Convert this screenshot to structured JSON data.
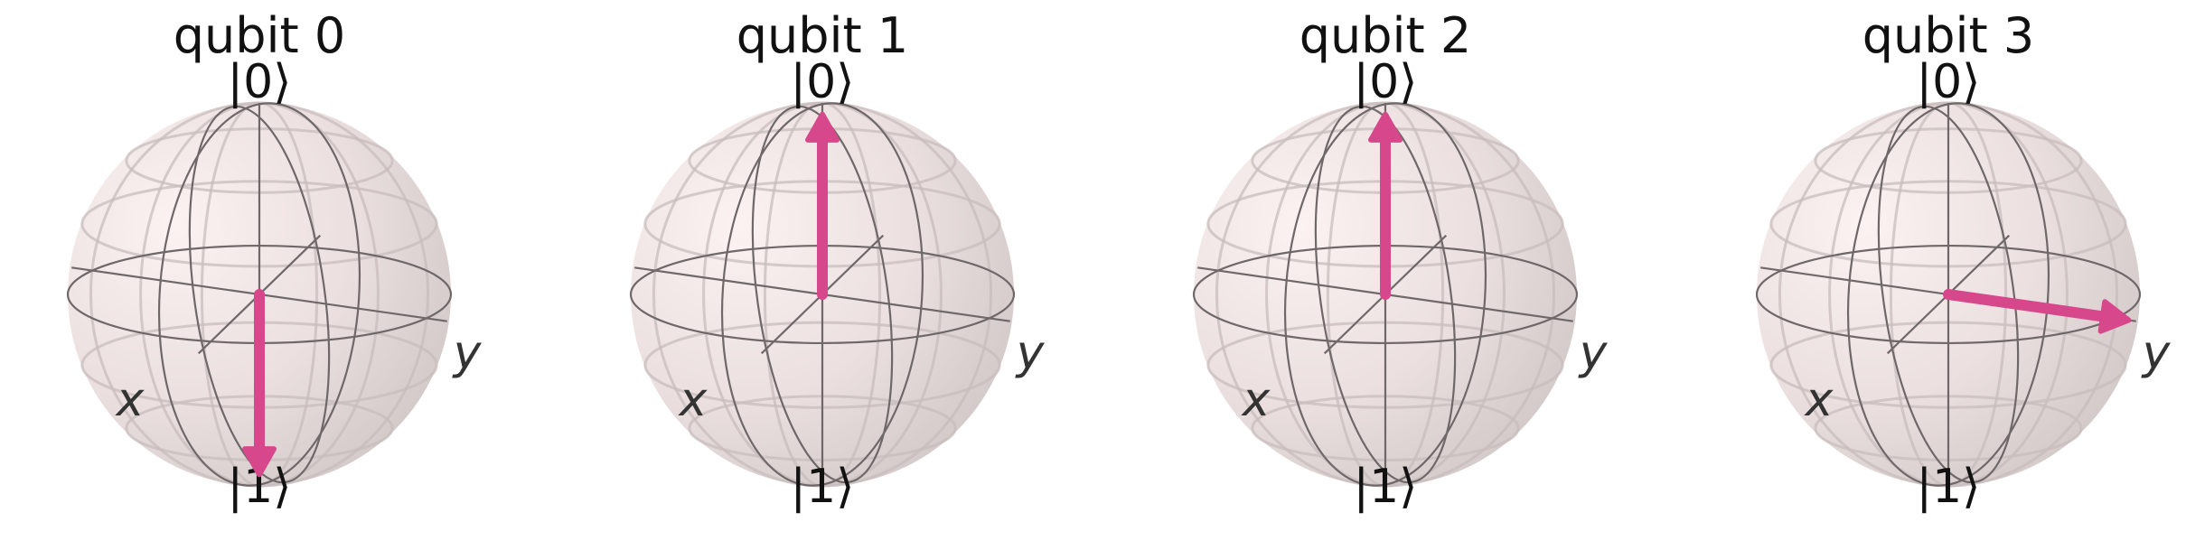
{
  "figure": {
    "spheres": [
      {
        "title": "qubit 0",
        "top_label": "|0⟩",
        "bottom_label": "|1⟩",
        "x_label": "x",
        "y_label": "y",
        "vector": {
          "x": 0,
          "y": 0,
          "z": -1
        }
      },
      {
        "title": "qubit 1",
        "top_label": "|0⟩",
        "bottom_label": "|1⟩",
        "x_label": "x",
        "y_label": "y",
        "vector": {
          "x": 0,
          "y": 0,
          "z": 1
        }
      },
      {
        "title": "qubit 2",
        "top_label": "|0⟩",
        "bottom_label": "|1⟩",
        "x_label": "x",
        "y_label": "y",
        "vector": {
          "x": 0,
          "y": 0,
          "z": 1
        }
      },
      {
        "title": "qubit 3",
        "top_label": "|0⟩",
        "bottom_label": "|1⟩",
        "x_label": "x",
        "y_label": "y",
        "vector": {
          "x": 0,
          "y": 1,
          "z": 0
        }
      }
    ],
    "colors": {
      "vector": "#d6478b",
      "sphere_light": "#fbeeee",
      "sphere_mid": "#ecdedd",
      "sphere_dark": "#d2c8c8",
      "wire": "#6f6868"
    }
  }
}
